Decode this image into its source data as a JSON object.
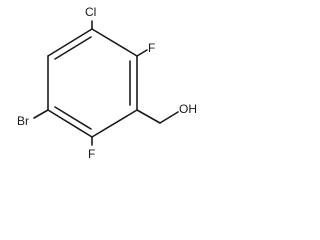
{
  "molecule": {
    "labels": {
      "chlorine": "Cl",
      "fluorine_top": "F",
      "bromine": "Br",
      "fluorine_bottom": "F",
      "hydroxyl": "OH"
    }
  },
  "colors": {
    "bond": "#1a1a1a",
    "label": "#1a1a1a",
    "background": "#ffffff"
  }
}
